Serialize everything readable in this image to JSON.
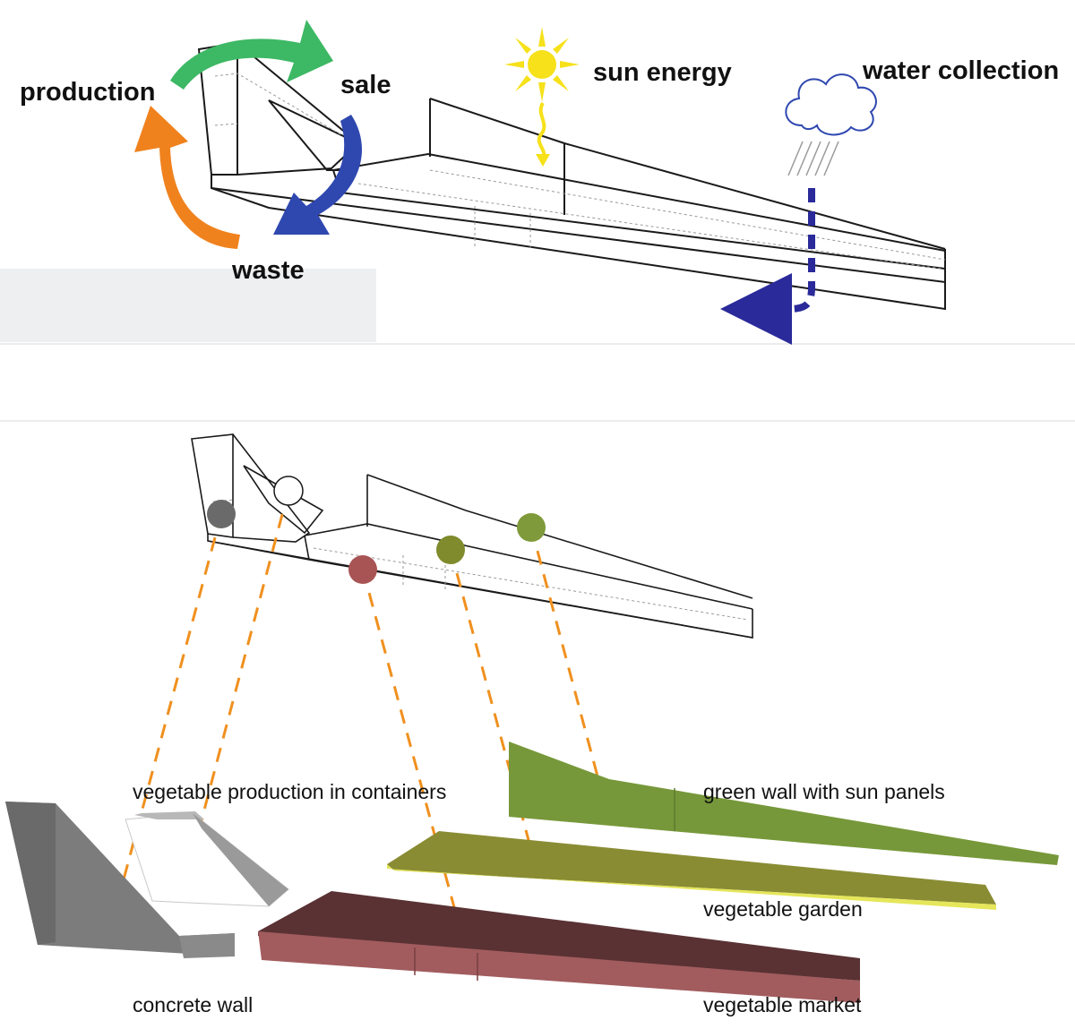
{
  "top_panel": {
    "labels": {
      "production": "production",
      "sale": "sale",
      "waste": "waste",
      "sun_energy": "sun energy",
      "water_collection": "water collection"
    },
    "icons": [
      "sun-icon",
      "cloud-icon",
      "rain-icon",
      "cycle-arrows-icon",
      "water-flow-arrow-icon"
    ]
  },
  "bottom_panel": {
    "labels": {
      "vegetable_production": "vegetable production in containers",
      "green_wall": "green wall with sun panels",
      "vegetable_garden": "vegetable garden",
      "concrete_wall": "concrete wall",
      "vegetable_market": "vegetable market"
    }
  },
  "colors": {
    "arrow_green": "#3db864",
    "arrow_orange": "#f0821e",
    "arrow_blue": "#2f48b0",
    "water_arrow": "#2a2a9a",
    "sun": "#f6e11a",
    "leader_orange": "#f0901e",
    "concrete_gray": "#7c7c7c",
    "green_wall": "#77983a",
    "garden_olive": "#8a8c34",
    "garden_yellow": "#e5e65a",
    "market_dark": "#5a3234",
    "market_front": "#a25c5e",
    "marker_white": "#ffffff",
    "marker_gray": "#6a6a6a",
    "marker_red": "#a85454",
    "marker_olive": "#7f8b2c",
    "marker_green": "#7f9a3a"
  }
}
